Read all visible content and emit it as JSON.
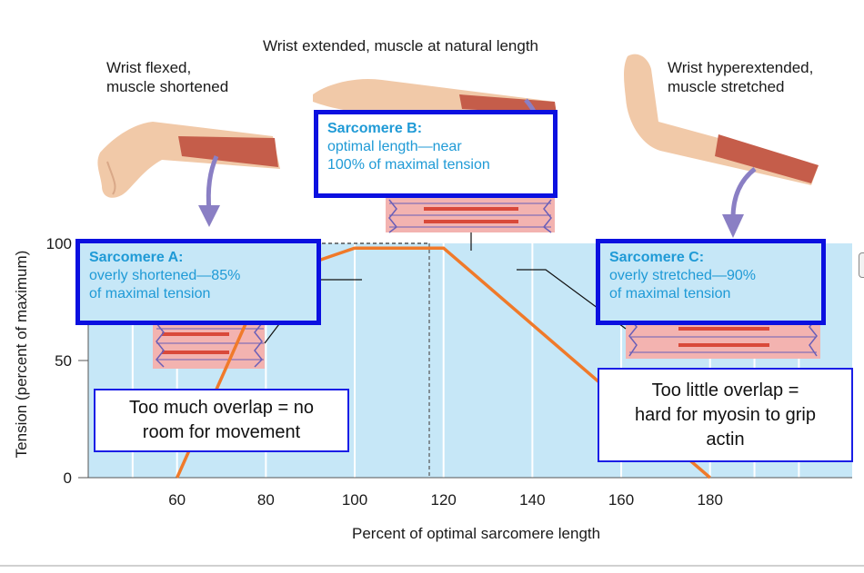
{
  "labels": {
    "top_center": "Wrist extended, muscle at natural length",
    "top_left": [
      "Wrist flexed,",
      "muscle shortened"
    ],
    "top_right": [
      "Wrist hyperextended,",
      "muscle stretched"
    ]
  },
  "sarcomere_a": {
    "title": "Sarcomere A:",
    "lines": [
      "overly shortened—85%",
      "of maximal tension"
    ]
  },
  "sarcomere_b": {
    "title": "Sarcomere B:",
    "lines": [
      "optimal length—near",
      "100% of maximal tension"
    ]
  },
  "sarcomere_c": {
    "title": "Sarcomere C:",
    "lines": [
      "overly stretched—90%",
      "of maximal tension"
    ]
  },
  "notes": {
    "left": [
      "Too much overlap = no",
      "room for movement"
    ],
    "right": [
      "Too little overlap =",
      "hard for myosin to grip",
      "actin"
    ]
  },
  "chart_data": {
    "type": "line",
    "x": [
      60,
      80,
      100,
      120,
      180
    ],
    "y": [
      0,
      85,
      98,
      98,
      0
    ],
    "xticks": [
      "60",
      "80",
      "100",
      "120",
      "140",
      "160",
      "180"
    ],
    "yticks": [
      "0",
      "50",
      "100"
    ],
    "xlabel": "Percent of optimal sarcomere length",
    "ylabel": "Tension (percent of maximum)",
    "xlim": [
      40,
      212
    ],
    "ylim": [
      0,
      100
    ],
    "grid": true,
    "line_color": "#f07a2a",
    "plot_background": "#c6e7f7"
  },
  "colors": {
    "box_border": "#0b10e0",
    "box_text": "#1f9ad6",
    "sarcomere_fill": "#f3b3b0",
    "filament_red": "#d9493a",
    "z_line": "#6a5fb8",
    "arrow": "#8a7fc4",
    "skin": "#f1c9a8",
    "muscle": "#c55d4a"
  }
}
